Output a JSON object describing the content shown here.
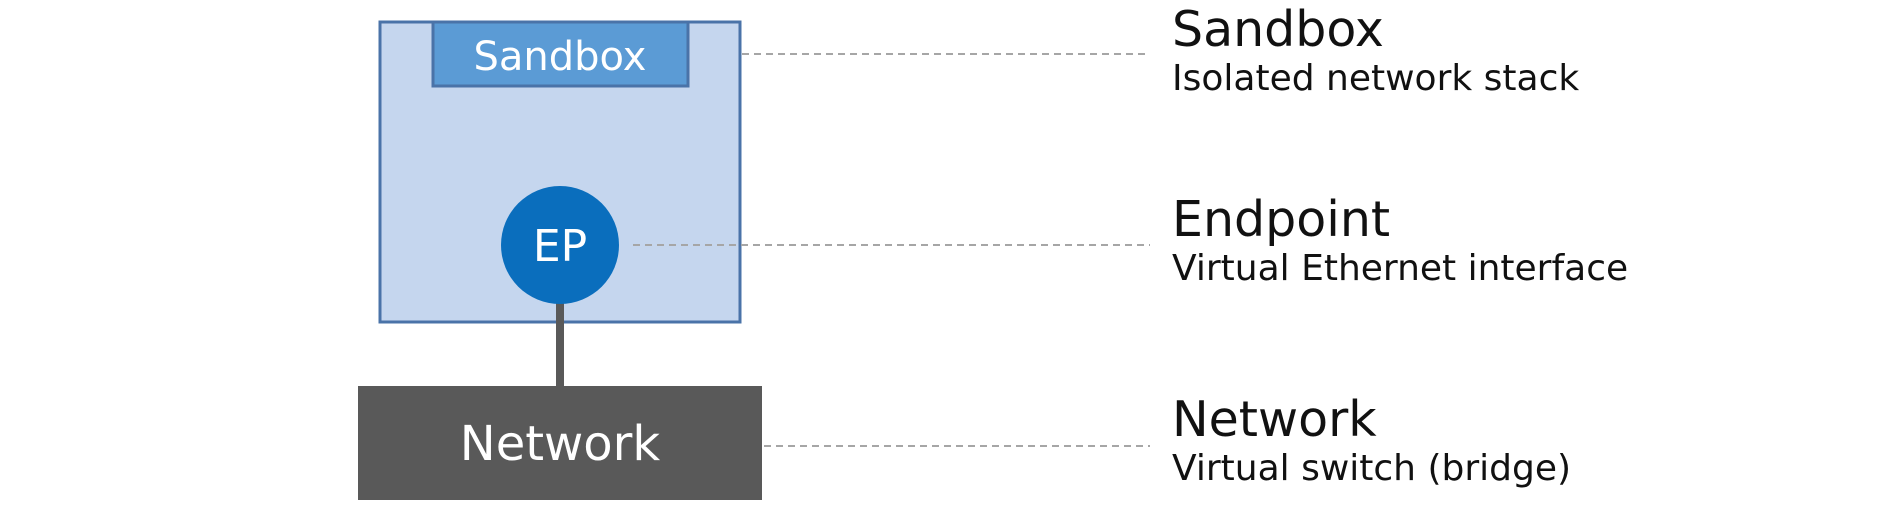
{
  "sandbox": {
    "box_label": "Sandbox",
    "title": "Sandbox",
    "description": "Isolated network stack"
  },
  "endpoint": {
    "box_label": "EP",
    "title": "Endpoint",
    "description": "Virtual Ethernet interface"
  },
  "network": {
    "box_label": "Network",
    "title": "Network",
    "description": "Virtual switch (bridge)"
  },
  "colors": {
    "sandbox_fill": "#c5d6ee",
    "sandbox_border": "#4a73a8",
    "sandbox_tab_fill": "#5b9bd5",
    "endpoint_fill": "#0a6ebd",
    "network_fill": "#595959",
    "connector": "#595959",
    "leader_line": "#a6a6a6"
  }
}
